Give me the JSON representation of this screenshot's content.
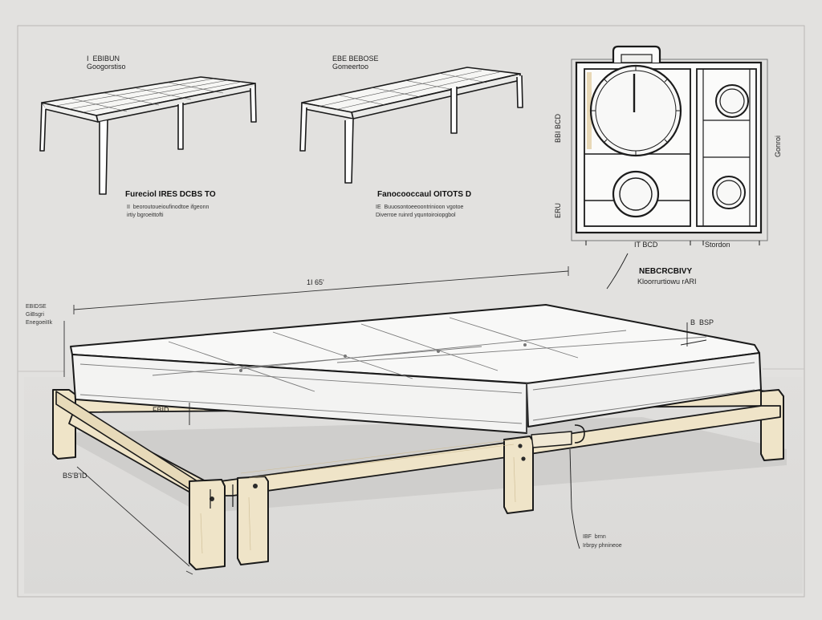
{
  "sheet": {
    "background": "#e2e1df",
    "line_color": "#1b1b1b",
    "wood_color": "#efe4c8",
    "cushion_color": "#f7f7f6"
  },
  "labels": {
    "top_left_bed_label": "I  EBIBUN\nGoogorstiso",
    "top_left_bed_title": "Fureciol IRES DCBS TO",
    "top_left_bed_notes": "II  beoroutoueioufinodtoe ifgeonn\nirtiy bgroeittofti",
    "top_middle_bed_label": "EBE BEBOSE\nGomeertoo",
    "top_middle_bed_title": "Fanocooccaul OITOTS D",
    "top_middle_bed_notes": "IE  Buuosontoeeoontrinioon vgotoe\nDiverroe ruinrd yquntoiroiopgbol",
    "panel_side_label_top": "BBI BCD",
    "panel_side_label_mid": "ERU",
    "panel_right_side_label": "Gonroi",
    "panel_bottom_left": "IT BCD",
    "panel_bottom_right": "Stordon",
    "panel_caption_title": "NEBCRCBIVY",
    "panel_caption_sub": "Kloorrurtiowu rARI",
    "dimension_top": "1I 65'",
    "left_note": "EBIDSE\nGiBsgri\nEnegoeiIIk",
    "right_marker": "B  BSP",
    "frame_marker": "FBID",
    "bottom_left_dim": "BS'B'ID",
    "bottom_right_note": "IBF  brnn\nIrbrpy phnineoe"
  },
  "icons": {
    "dial": "dial-icon",
    "knob": "knob-icon"
  }
}
